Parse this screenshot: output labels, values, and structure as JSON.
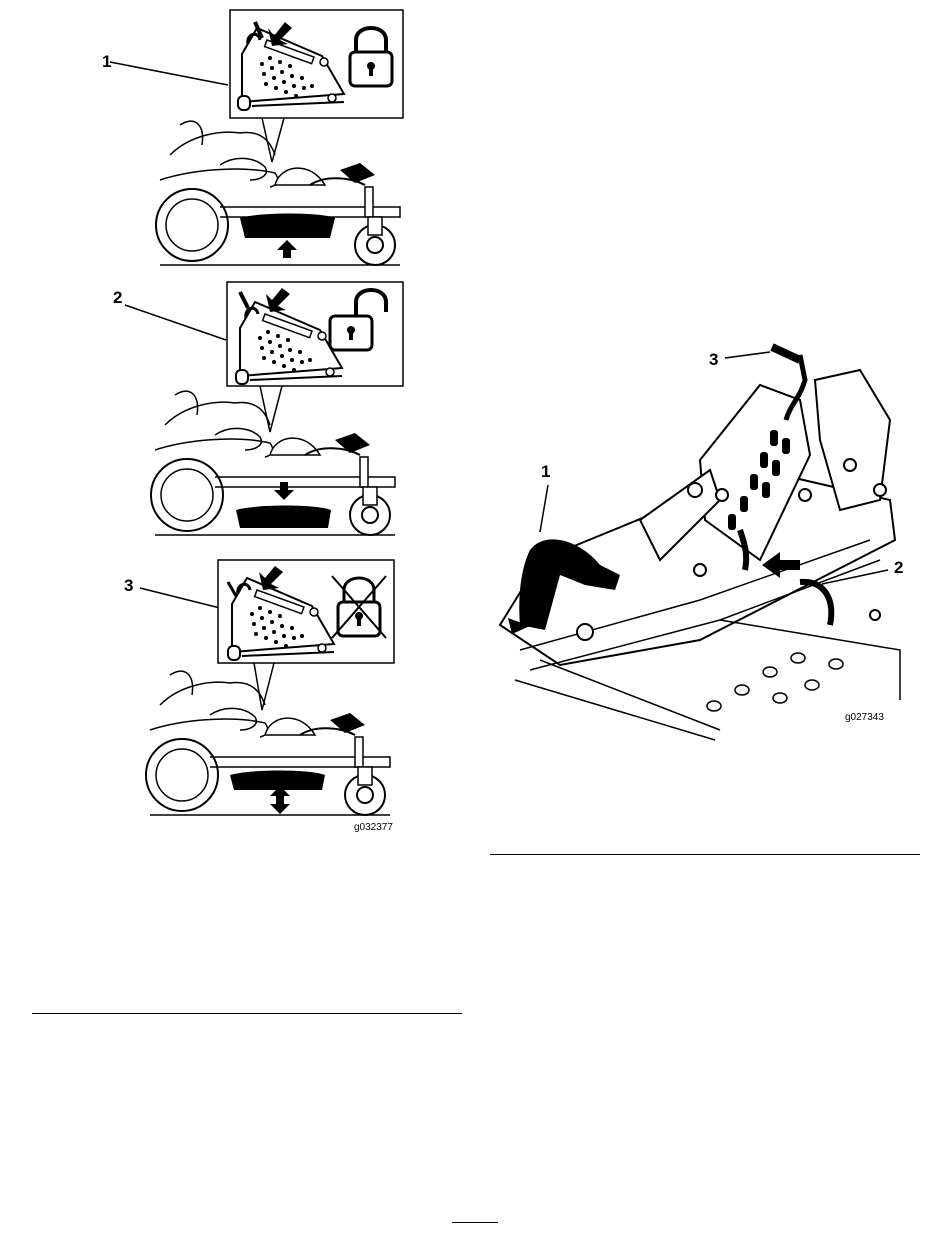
{
  "left_figure": {
    "code": "g032377",
    "callouts": [
      "1",
      "2",
      "3"
    ],
    "panels": [
      {
        "state": "locked",
        "icon": "padlock-closed-icon",
        "deck_motion": "raise"
      },
      {
        "state": "unlocked",
        "icon": "padlock-open-icon",
        "deck_motion": "lower"
      },
      {
        "state": "float",
        "icon": "padlock-crossed-out-icon",
        "deck_motion": "raise-and-lower"
      }
    ]
  },
  "right_figure": {
    "code": "g027343",
    "callouts": [
      "1",
      "2",
      "3"
    ]
  }
}
